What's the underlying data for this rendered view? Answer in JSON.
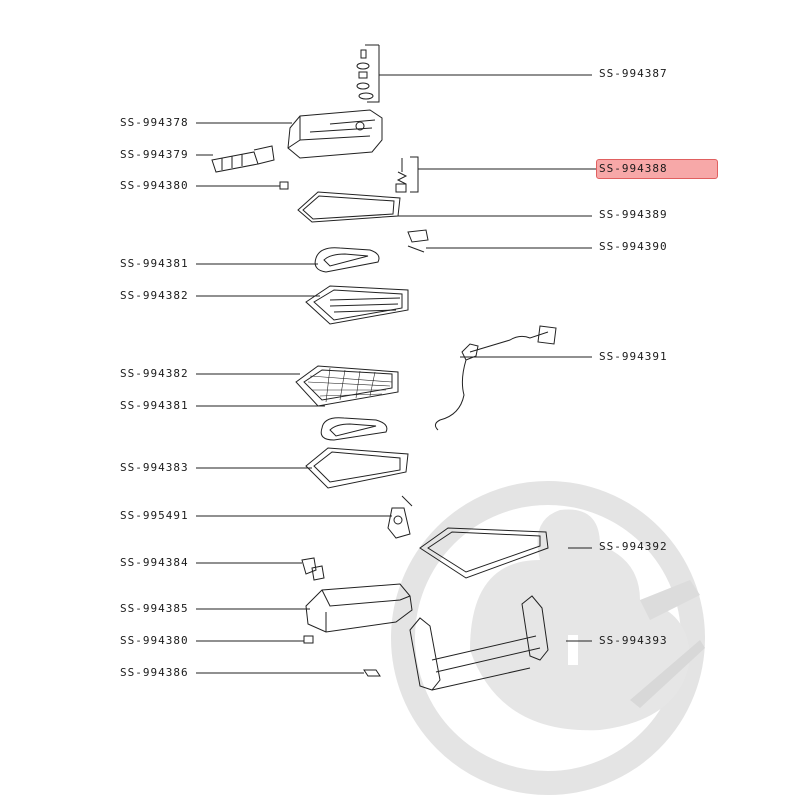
{
  "parts": {
    "left": [
      {
        "ref": "SS-994378"
      },
      {
        "ref": "SS-994379"
      },
      {
        "ref": "SS-994380"
      },
      {
        "ref": "SS-994381"
      },
      {
        "ref": "SS-994382"
      },
      {
        "ref": "SS-994382"
      },
      {
        "ref": "SS-994381"
      },
      {
        "ref": "SS-994383"
      },
      {
        "ref": "SS-995491"
      },
      {
        "ref": "SS-994384"
      },
      {
        "ref": "SS-994385"
      },
      {
        "ref": "SS-994380"
      },
      {
        "ref": "SS-994386"
      }
    ],
    "right": [
      {
        "ref": "SS-994387"
      },
      {
        "ref": "SS-994388",
        "highlighted": true
      },
      {
        "ref": "SS-994389"
      },
      {
        "ref": "SS-994390"
      },
      {
        "ref": "SS-994391"
      },
      {
        "ref": "SS-994392"
      },
      {
        "ref": "SS-994393"
      }
    ]
  },
  "colors": {
    "highlight_fill": "#f7a8a8",
    "highlight_border": "#e06060",
    "line": "#222222",
    "watermark": "#e2e2e2"
  }
}
